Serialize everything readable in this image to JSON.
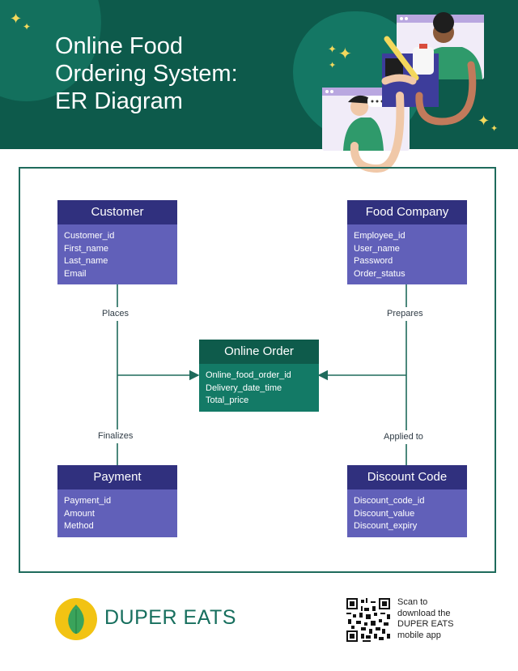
{
  "header": {
    "title_lines": [
      "Online Food",
      "Ordering System:",
      "ER Diagram"
    ]
  },
  "entities": {
    "customer": {
      "name": "Customer",
      "attributes": [
        "Customer_id",
        "First_name",
        "Last_name",
        "Email"
      ]
    },
    "food_company": {
      "name": "Food Company",
      "attributes": [
        "Employee_id",
        "User_name",
        "Password",
        "Order_status"
      ]
    },
    "online_order": {
      "name": "Online Order",
      "attributes": [
        "Online_food_order_id",
        "Delivery_date_time",
        "Total_price"
      ]
    },
    "payment": {
      "name": "Payment",
      "attributes": [
        "Payment_id",
        "Amount",
        "Method"
      ]
    },
    "discount_code": {
      "name": "Discount Code",
      "attributes": [
        "Discount_code_id",
        "Discount_value",
        "Discount_expiry"
      ]
    }
  },
  "relationships": {
    "places": "Places",
    "prepares": "Prepares",
    "finalizes": "Finalizes",
    "applied_to": "Applied to"
  },
  "footer": {
    "brand": "DUPER EATS",
    "scan_lines": [
      "Scan to",
      "download the",
      "DUPER EATS",
      "mobile app"
    ]
  },
  "colors": {
    "header_bg": "#0d5a4b",
    "entity_header": "#30307e",
    "entity_body": "#6160b9",
    "order_header": "#0e5b4b",
    "order_body": "#137a66",
    "line": "#1f6b5c",
    "logo_yellow": "#f2c313",
    "logo_leaf": "#3aa35b"
  },
  "icons": [
    "sparkle-icon",
    "leaf-logo-icon",
    "qr-code-icon"
  ]
}
